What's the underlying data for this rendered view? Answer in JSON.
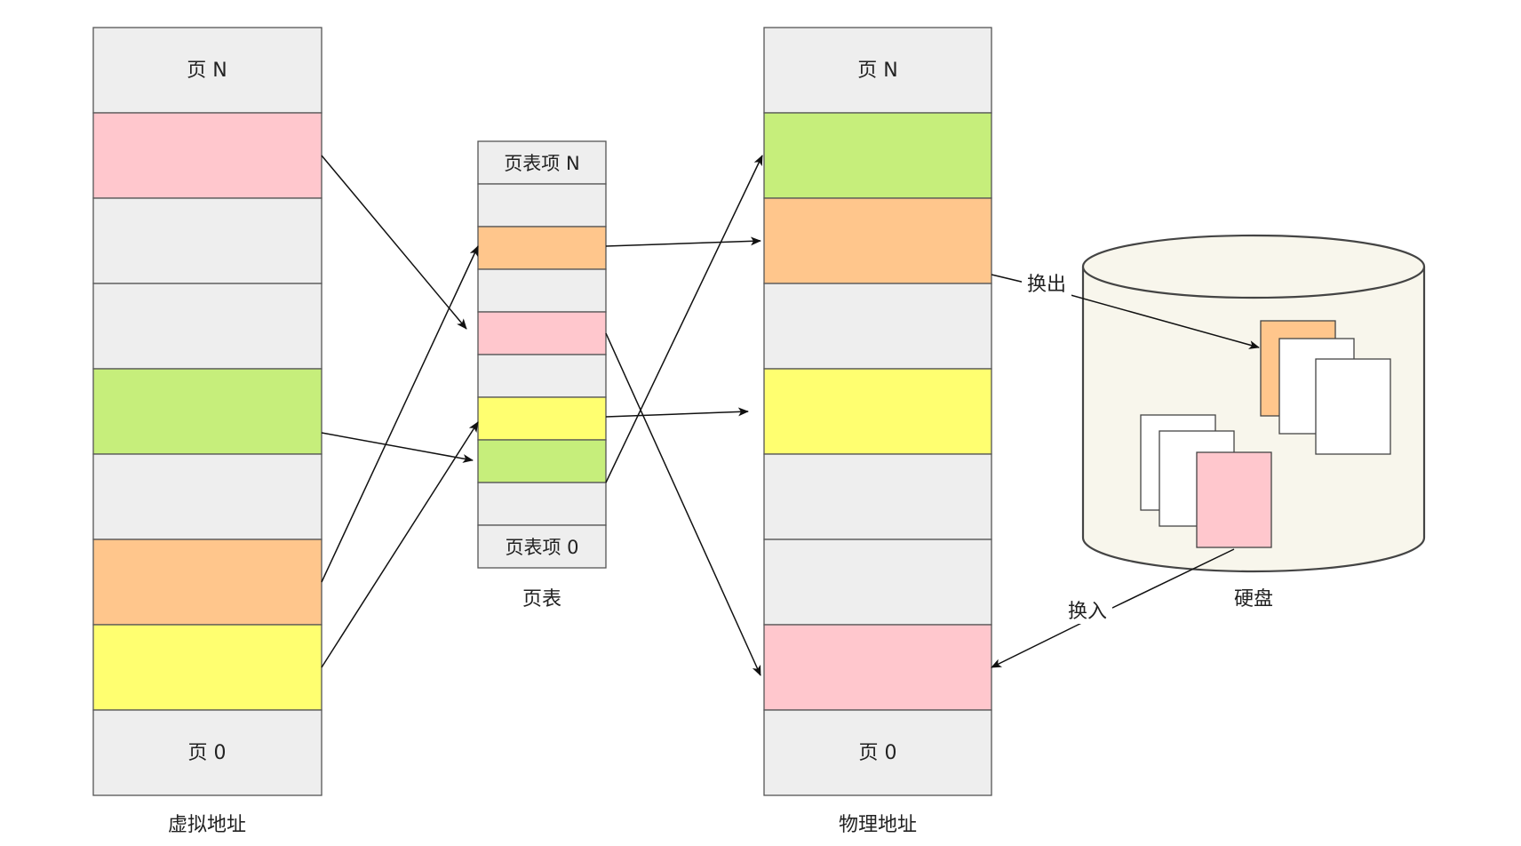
{
  "colors": {
    "grey": "#eeeeee",
    "pink": "#ffc7cd",
    "green": "#c6ee7b",
    "orange": "#ffc68c",
    "yellow": "#ffff70",
    "disk": "#f8f6ec",
    "stroke": "#555555",
    "arrow": "#111111"
  },
  "virtual": {
    "top_label": "页 N",
    "bottom_label": "页 0",
    "caption": "虚拟地址",
    "cells": [
      "grey",
      "pink",
      "grey",
      "grey",
      "green",
      "grey",
      "orange",
      "yellow",
      "grey"
    ]
  },
  "page_table": {
    "top_label": "页表项 N",
    "bottom_label": "页表项 0",
    "caption": "页表",
    "cells": [
      "grey",
      "grey",
      "orange",
      "grey",
      "pink",
      "grey",
      "yellow",
      "green",
      "grey",
      "grey"
    ]
  },
  "physical": {
    "top_label": "页 N",
    "bottom_label": "页 0",
    "caption": "物理地址",
    "cells": [
      "grey",
      "green",
      "orange",
      "grey",
      "yellow",
      "grey",
      "grey",
      "pink",
      "grey"
    ]
  },
  "disk": {
    "caption": "硬盘",
    "swap_out": "换出",
    "swap_in": "换入"
  }
}
